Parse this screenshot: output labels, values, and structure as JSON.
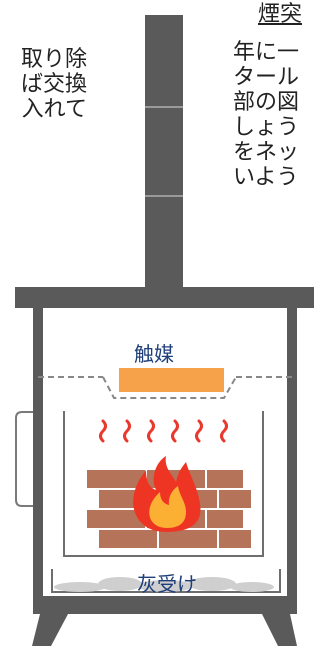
{
  "left_text_lines": [
    "取り除",
    "ば交換",
    "入れて"
  ],
  "right_title": "煙突",
  "right_text_lines": [
    "年に一",
    "タール",
    "部の図",
    "しょう",
    "をネッ",
    "いよう"
  ],
  "labels": {
    "catalyst": "触媒",
    "ash_pan": "灰受け"
  },
  "colors": {
    "stove_body": "#5a5a5a",
    "catalyst": "#f5a24b",
    "flame_outer": "#ee3524",
    "flame_inner": "#fbb034",
    "brick": "#b5735a",
    "heat_lines": "#e8392e",
    "label_text": "#1f3f7a"
  }
}
